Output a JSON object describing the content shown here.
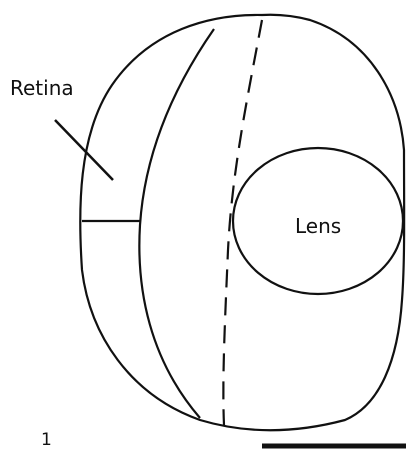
{
  "figure": {
    "panel_number": "1",
    "labels": {
      "retina": "Retina",
      "lens": "Lens"
    },
    "colors": {
      "line": "#111111",
      "background": "#ffffff"
    }
  }
}
